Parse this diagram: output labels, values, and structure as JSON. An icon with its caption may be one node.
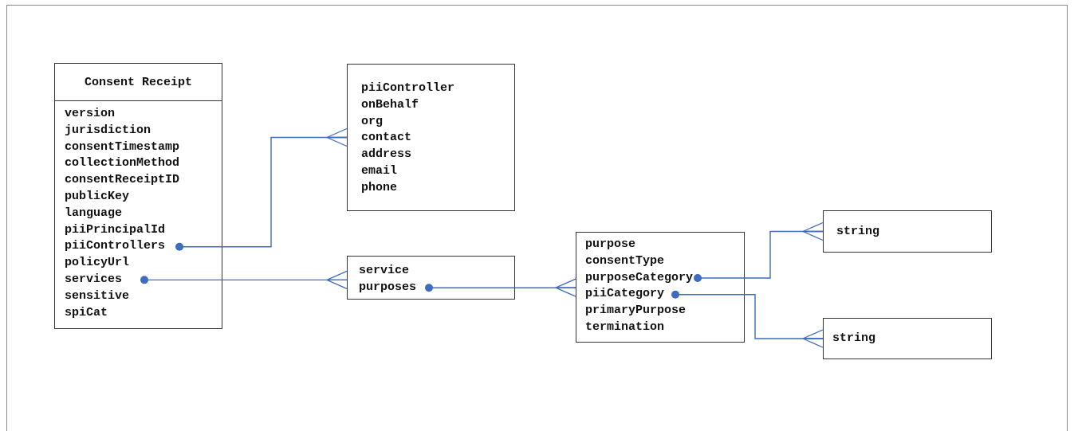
{
  "diagram": {
    "nodes": [
      {
        "text": [
          "Consent Receipt"
        ]
      },
      {
        "text": [
          "version"
        ],
        "in": 0
      },
      {
        "text": [
          "jurisdiction"
        ],
        "in": 0
      },
      {
        "text": [
          "consentTimestamp"
        ],
        "in": 0
      },
      {
        "text": [
          "collectionMethod"
        ],
        "in": 0
      },
      {
        "text": [
          "consentReceiptID"
        ],
        "in": 0
      },
      {
        "text": [
          "publicKey"
        ],
        "in": 0
      },
      {
        "text": [
          "language"
        ],
        "in": 0
      },
      {
        "text": [
          "piiPrincipalId"
        ],
        "in": 0
      },
      {
        "text": [
          "piiControllers"
        ],
        "in": 0
      },
      {
        "text": [
          "policyUrl"
        ],
        "in": 0
      },
      {
        "text": [
          "services"
        ],
        "in": 0
      },
      {
        "text": [
          "sensitive"
        ],
        "in": 0
      },
      {
        "text": [
          "spiCat"
        ],
        "in": 0
      },
      {
        "text": [],
        "shape": "box"
      },
      {
        "text": [
          "piiController"
        ],
        "in": 14
      },
      {
        "text": [
          "onBehalf"
        ],
        "in": 14
      },
      {
        "text": [
          "org"
        ],
        "in": 14
      },
      {
        "text": [
          "contact"
        ],
        "in": 14
      },
      {
        "text": [
          "address"
        ],
        "in": 14
      },
      {
        "text": [
          "email"
        ],
        "in": 14
      },
      {
        "text": [
          "phone"
        ],
        "in": 14
      },
      {
        "text": [],
        "shape": "box"
      },
      {
        "text": [
          "service"
        ],
        "in": 22
      },
      {
        "text": [
          "purposes"
        ],
        "in": 22
      },
      {
        "text": [],
        "shape": "box"
      },
      {
        "text": [
          "purpose"
        ],
        "in": 25
      },
      {
        "text": [
          "consentType"
        ],
        "in": 25
      },
      {
        "text": [
          "purposeCategory"
        ],
        "in": 25
      },
      {
        "text": [
          "piiCategory"
        ],
        "in": 25
      },
      {
        "text": [
          "primaryPurpose"
        ],
        "in": 25
      },
      {
        "text": [
          "termination"
        ],
        "in": 25
      },
      {
        "text": [
          "string"
        ]
      },
      {
        "text": [
          "string"
        ]
      }
    ],
    "edges": [
      {
        "from": 9,
        "to": 14,
        "arrow": "other"
      },
      {
        "from": 11,
        "to": 22,
        "arrow": "other"
      },
      {
        "from": 24,
        "to": 25,
        "arrow": "other"
      },
      {
        "from": 28,
        "to": 32,
        "arrow": "other"
      },
      {
        "from": 29,
        "to": 33,
        "arrow": "other"
      }
    ]
  }
}
